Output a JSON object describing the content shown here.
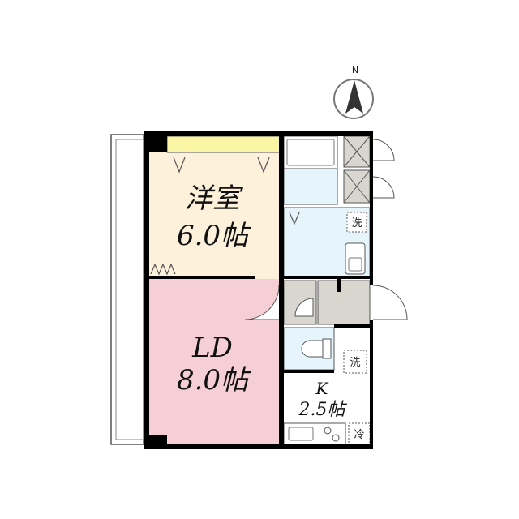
{
  "compass": {
    "north_label": "N",
    "icon": "north-arrow-icon"
  },
  "rooms": {
    "western_room": {
      "name": "洋室",
      "size": "6.0帖",
      "color": "#fdf1dc"
    },
    "ld": {
      "name": "LD",
      "size": "8.0帖",
      "color": "#f6cfd6"
    },
    "kitchen": {
      "name": "K",
      "size": "2.5帖",
      "color": "#ffffff"
    }
  },
  "fixtures": {
    "washer_mark_1": "洗",
    "washer_mark_2": "洗",
    "fridge_mark": "冷"
  },
  "colors": {
    "wall": "#000000",
    "wet_area": "#e6f5fb",
    "storage": "#d8d6cf",
    "closet_bar": "#fbf6a6",
    "balcony": "#ffffff"
  }
}
